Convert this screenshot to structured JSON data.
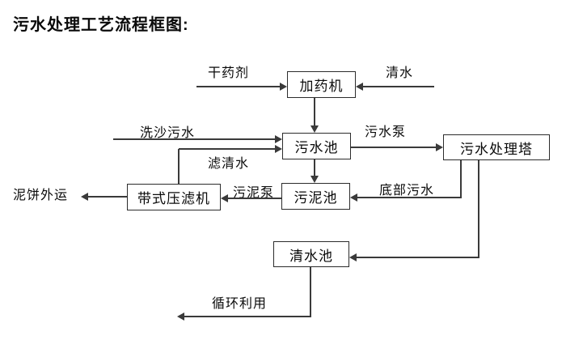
{
  "title": "污水处理工艺流程框图:",
  "nodes": {
    "dosing_machine": {
      "label": "加药机"
    },
    "sewage_pool": {
      "label": "污水池"
    },
    "treatment_tower": {
      "label": "污水处理塔"
    },
    "sludge_pool": {
      "label": "污泥池"
    },
    "belt_filter_press": {
      "label": "带式压滤机"
    },
    "clear_water_pool": {
      "label": "清水池"
    }
  },
  "edge_labels": {
    "dry_chemical": "干药剂",
    "clear_water": "清水",
    "sand_washing_sewage": "洗沙污水",
    "sewage_pump": "污水泵",
    "filtered_water": "滤清水",
    "sludge_pump": "污泥泵",
    "bottom_sewage": "底部污水",
    "mud_cake_out": "泥饼外运",
    "recycle": "循环利用"
  },
  "colors": {
    "line": "#3a3a3a",
    "border": "#2c2c2c",
    "text": "#0a0a0a",
    "background": "#ffffff"
  }
}
